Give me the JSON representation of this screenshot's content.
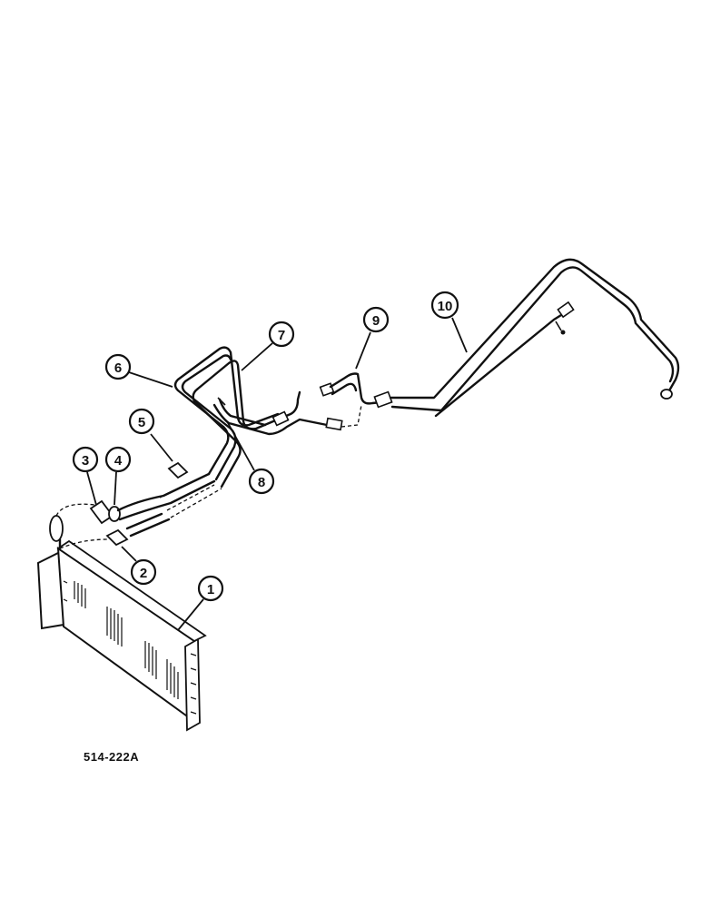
{
  "drawing_number": "514-222A",
  "callouts": [
    "1",
    "2",
    "3",
    "4",
    "5",
    "6",
    "7",
    "8",
    "9",
    "10"
  ]
}
